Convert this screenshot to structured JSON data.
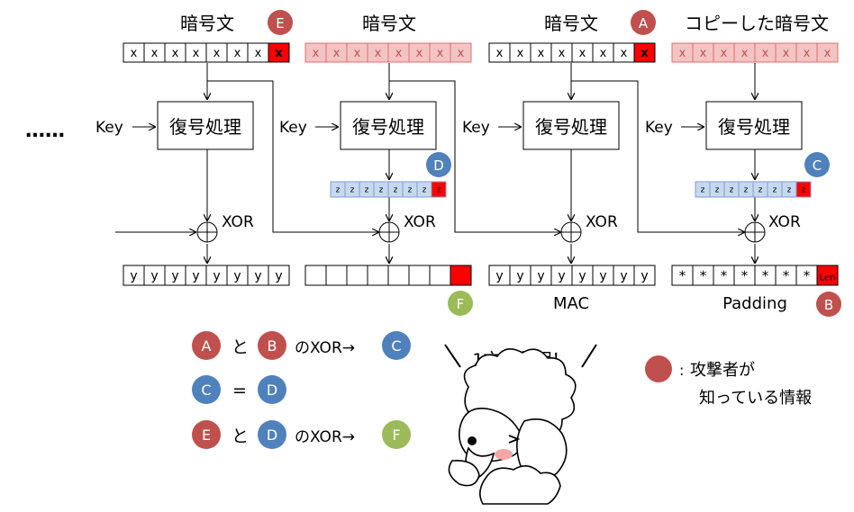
{
  "title_ciphertext": "暗号文",
  "title_copied": "コピーした暗号文",
  "dots": "……",
  "key_label": "Key",
  "decrypt_label": "復号処理",
  "xor_label": "XOR",
  "cipher_cell": "x",
  "z_cell": "z",
  "y_cell": "y",
  "pad_cell": "*",
  "len_cell": "Len",
  "mac_label": "MAC",
  "padding_label": "Padding",
  "badges": {
    "A": "A",
    "B": "B",
    "C": "C",
    "D": "D",
    "E": "E",
    "F": "F"
  },
  "legend": {
    "line1_to": "と",
    "line1_xor": "のXOR→",
    "line2_eq": "=",
    "line3_to": "と",
    "line3_xor": "のXOR→",
    "attacker_line1": "攻撃者が",
    "attacker_line2": "知っている情報",
    "speech": "1文字判明！",
    "attacker_colon": ":"
  },
  "colors": {
    "red_badge": "#C0504D",
    "blue_badge": "#4F81BD",
    "green_badge": "#9BBB59",
    "red_fill": "#FF0000",
    "pink_fill": "#F2C4C4",
    "blue_fill": "#C6D9F1"
  }
}
